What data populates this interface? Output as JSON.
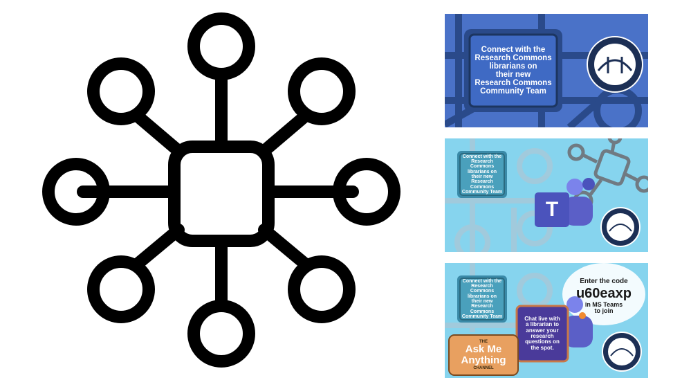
{
  "icon": {
    "name": "network-hub-icon"
  },
  "panel1": {
    "message_lines": [
      "Connect with the",
      "Research Commons",
      "librarians on",
      "their new",
      "Research Commons",
      "Community Team"
    ],
    "bg_color": "#4a72c8",
    "box_color": "#2a4a8a"
  },
  "panel2": {
    "message_lines": [
      "Connect with the",
      "Research Commons",
      "librarians on",
      "their new",
      "Research Commons",
      "Community Team"
    ],
    "teams_letter": "T",
    "bg_color": "#86d4ee"
  },
  "panel3": {
    "message_lines": [
      "Connect with the",
      "Research Commons",
      "librarians on",
      "their new",
      "Research Commons",
      "Community Team"
    ],
    "enter_line1": "Enter the code",
    "code": "u60eaxp",
    "enter_line2": "in MS Teams",
    "enter_line3": "to join",
    "chat_lines": [
      "Chat live with",
      "a librarian to",
      "answer your",
      "research",
      "questions on",
      "the spot."
    ],
    "ama_the": "THE",
    "ama_line1": "Ask Me",
    "ama_line2": "Anything",
    "ama_channel": "CHANNEL",
    "bg_color": "#86d4ee",
    "accent_orange": "#e8a060",
    "accent_purple": "#4a3a9a"
  }
}
